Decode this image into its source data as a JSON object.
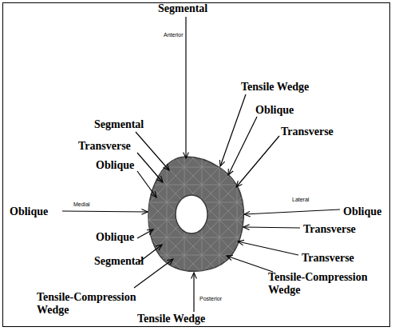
{
  "diagram": {
    "labels": [
      "Segmental",
      "Anterior",
      "Tensile Wedge",
      "Oblique",
      "Segmental",
      "Transverse",
      "Transverse",
      "Oblique",
      "Oblique",
      "Medial",
      "Lateral",
      "Oblique",
      "Oblique",
      "Transverse",
      "Segmental",
      "Transverse",
      "Tensile-Compression Wedge",
      "Tensile-Compression Wedge",
      "Posterior",
      "Tensile Wedge"
    ]
  }
}
